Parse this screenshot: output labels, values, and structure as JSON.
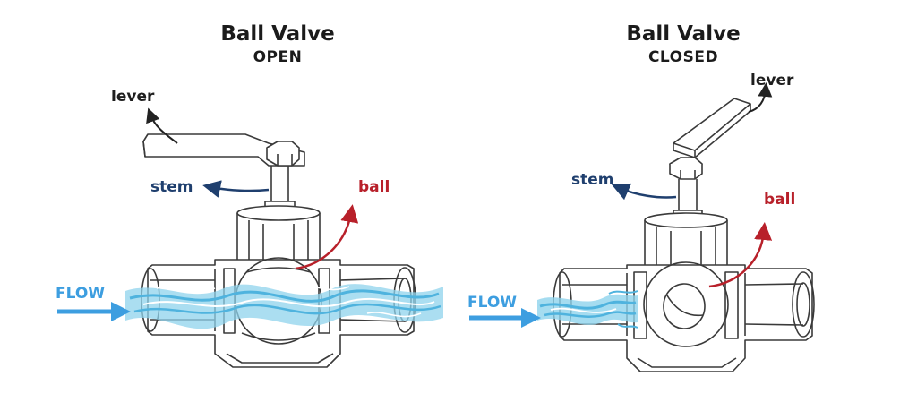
{
  "open_panel": {
    "title": "Ball Valve",
    "state": "OPEN",
    "labels": {
      "lever": "lever",
      "stem": "stem",
      "ball": "ball",
      "flow": "FLOW"
    }
  },
  "closed_panel": {
    "title": "Ball Valve",
    "state": "CLOSED",
    "labels": {
      "lever": "lever",
      "stem": "stem",
      "ball": "ball",
      "flow": "FLOW"
    }
  },
  "colors": {
    "outline": "#3a3a3a",
    "water": "#8fd3ec",
    "water_dark": "#4fb3de",
    "flow_arrow": "#3d9ee0",
    "stem_arrow": "#1f3f6e",
    "ball_arrow": "#b8202a",
    "lever_arrow": "#222222"
  }
}
